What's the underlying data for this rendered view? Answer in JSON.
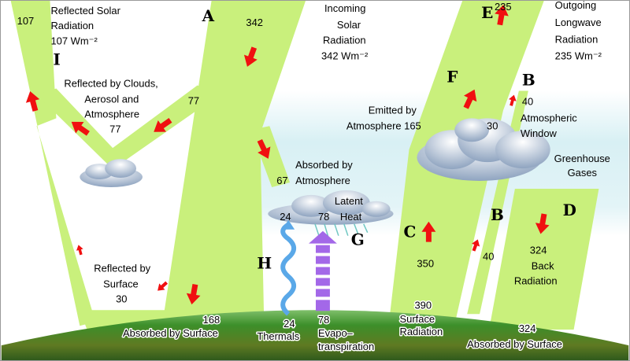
{
  "colors": {
    "band": "#c9f07c",
    "arrow": "#f01010",
    "sky": "#dcf1f5",
    "thermal": "#5aa8e8",
    "latent": "#a368e8"
  },
  "reflected_solar": {
    "value": "107",
    "title1": "Reflected Solar",
    "title2": "Radiation",
    "title3": "107 Wm⁻²",
    "letter": "I"
  },
  "incoming": {
    "letter": "A",
    "value": "342",
    "l1": "Incoming",
    "l2": "Solar",
    "l3": "Radiation",
    "l4": "342 Wm⁻²"
  },
  "clouds_reflect": {
    "l1": "Reflected by Clouds,",
    "l2": "Aerosol and",
    "l3": "Atmosphere",
    "l4": "77",
    "value": "77"
  },
  "absorbed_atm": {
    "l1": "Absorbed by",
    "l2": "Atmosphere",
    "value": "67"
  },
  "outgoing": {
    "letter": "E",
    "value": "235",
    "l1": "Outgoing",
    "l2": "Longwave",
    "l3": "Radiation",
    "l4": "235 Wm⁻²"
  },
  "emitted": {
    "letter": "F",
    "l1": "Emitted by",
    "l2": "Atmosphere 165",
    "value30": "30"
  },
  "window": {
    "letter": "B",
    "value": "40",
    "l1": "Atmospheric",
    "l2": "Window",
    "letter2": "B",
    "value2": "40"
  },
  "greenhouse": {
    "l1": "Greenhouse",
    "l2": "Gases"
  },
  "latent": {
    "l1": "Latent",
    "l2": "Heat",
    "v24": "24",
    "v78": "78",
    "letterG": "G",
    "letterH": "H"
  },
  "surface_rad": {
    "letter": "C",
    "value": "350",
    "v390": "390",
    "l1": "Surface",
    "l2": "Radiation"
  },
  "back_rad": {
    "letter": "D",
    "value": "324",
    "l1": "Back",
    "l2": "Radiation"
  },
  "surface_reflect": {
    "l1": "Reflected by",
    "l2": "Surface",
    "value": "30"
  },
  "absorbed_surface": {
    "value": "168",
    "label": "Absorbed by Surface"
  },
  "thermals": {
    "value": "24",
    "label": "Thermals"
  },
  "evapo": {
    "value": "78",
    "l1": "Evapo–",
    "l2": "transpiration"
  },
  "absorbed_surface2": {
    "value": "324",
    "label": "Absorbed by Surface"
  }
}
